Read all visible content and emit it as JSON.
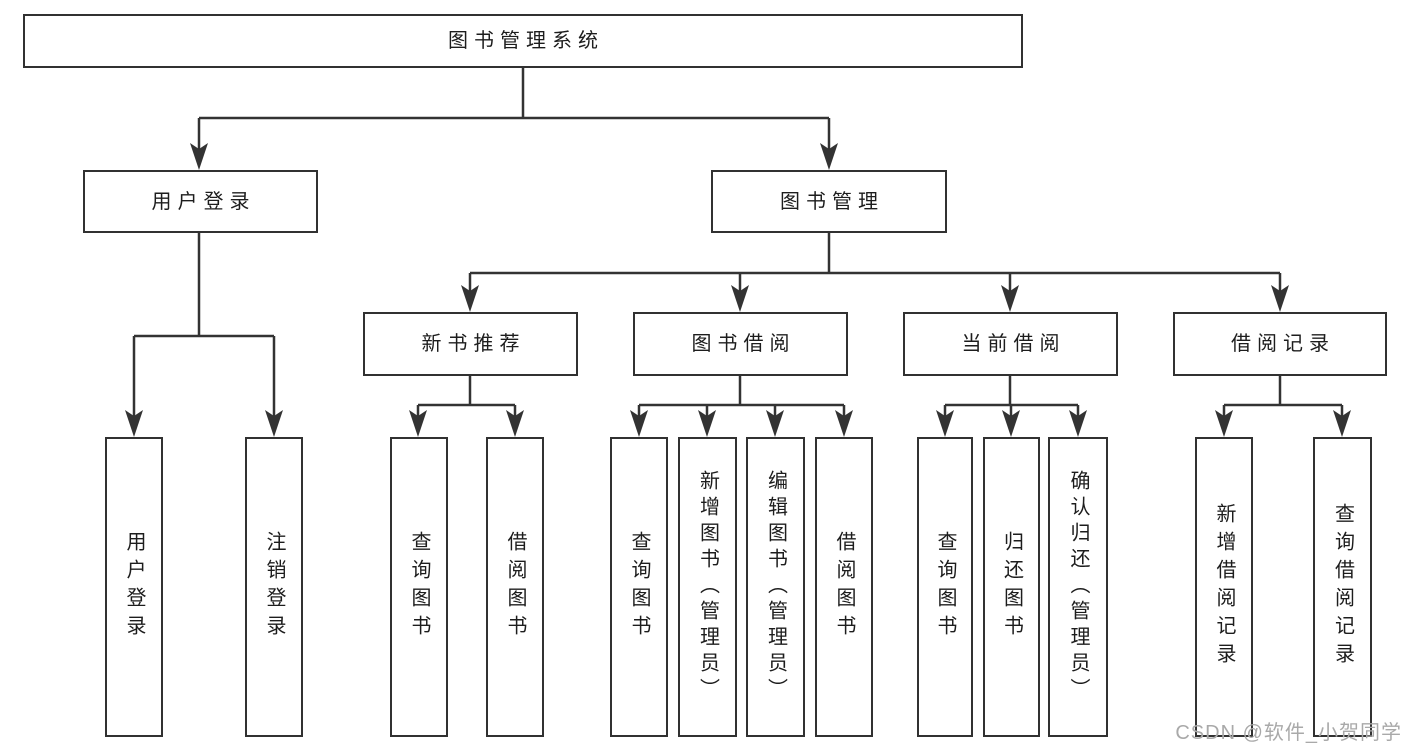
{
  "diagram": {
    "colors": {
      "line": "#333333",
      "box_border": "#313131",
      "box_fill": "#ffffff",
      "text": "#1d1d1d",
      "watermark": "#a9a9a9"
    },
    "nodes": {
      "root": {
        "label": "图书管理系统"
      },
      "login_branch": {
        "label": "用户登录"
      },
      "mgmt_branch": {
        "label": "图书管理"
      },
      "new_book": {
        "label": "新书推荐"
      },
      "borrow": {
        "label": "图书借阅"
      },
      "current": {
        "label": "当前借阅"
      },
      "records": {
        "label": "借阅记录"
      },
      "leaf_user_login": {
        "label": "用户登录"
      },
      "leaf_logout": {
        "label": "注销登录"
      },
      "leaf_nb_query": {
        "label": "查询图书"
      },
      "leaf_nb_borrow": {
        "label": "借阅图书"
      },
      "leaf_bb_query": {
        "label": "查询图书"
      },
      "leaf_bb_add": {
        "label": "新增图书（管理员）"
      },
      "leaf_bb_edit": {
        "label": "编辑图书（管理员）"
      },
      "leaf_bb_borrow": {
        "label": "借阅图书"
      },
      "leaf_cb_query": {
        "label": "查询图书"
      },
      "leaf_cb_return": {
        "label": "归还图书"
      },
      "leaf_cb_confirm": {
        "label": "确认归还（管理员）"
      },
      "leaf_r_add": {
        "label": "新增借阅记录"
      },
      "leaf_r_query": {
        "label": "查询借阅记录"
      }
    },
    "watermark": "CSDN @软件_小贺同学"
  }
}
